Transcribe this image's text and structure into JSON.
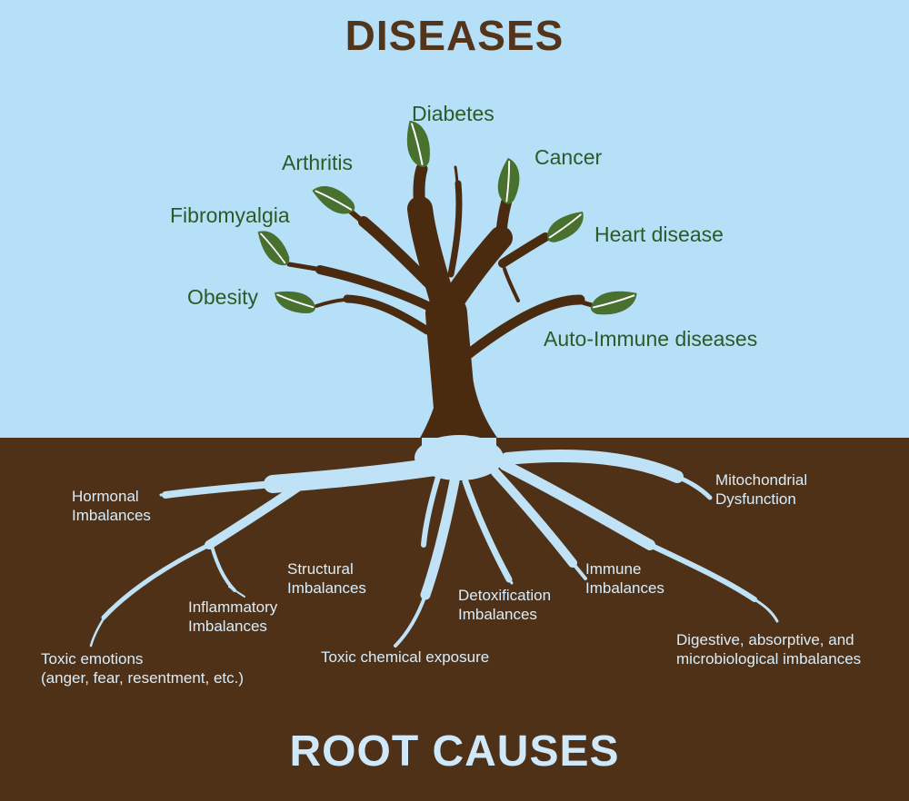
{
  "titles": {
    "top": "DISEASES",
    "bottom": "ROOT CAUSES"
  },
  "diseases": [
    {
      "label": "Diabetes"
    },
    {
      "label": "Arthritis"
    },
    {
      "label": "Cancer"
    },
    {
      "label": "Fibromyalgia"
    },
    {
      "label": "Heart disease"
    },
    {
      "label": "Obesity"
    },
    {
      "label": "Auto-Immune diseases"
    }
  ],
  "root_causes": [
    {
      "label": "Hormonal\nImbalances"
    },
    {
      "label": "Structural\nImbalances"
    },
    {
      "label": "Inflammatory\nImbalances"
    },
    {
      "label": "Detoxification\nImbalances"
    },
    {
      "label": "Immune\nImbalances"
    },
    {
      "label": "Mitochondrial\nDysfunction"
    },
    {
      "label": "Toxic emotions\n(anger, fear, resentment, etc.)"
    },
    {
      "label": "Toxic chemical exposure"
    },
    {
      "label": "Digestive, absorptive, and\nmicrobiological imbalances"
    }
  ],
  "illustration": {
    "type": "tree-with-roots-infographic",
    "above_ground": "tree with seven leaves, one leaf per disease",
    "below_ground": "root system, one root per root cause",
    "icons": [
      "tree-icon",
      "leaf-icon",
      "roots-icon"
    ]
  },
  "colors": {
    "sky": "#b6dff8",
    "soil": "#4e3117",
    "trunk": "#4a2b10",
    "leaf": "#48702f",
    "disease_text": "#2d5a26",
    "top_title": "#53351b",
    "roots": "#bfe2f7",
    "root_text": "#d8edfc",
    "bottom_title": "#cfe9fb"
  }
}
